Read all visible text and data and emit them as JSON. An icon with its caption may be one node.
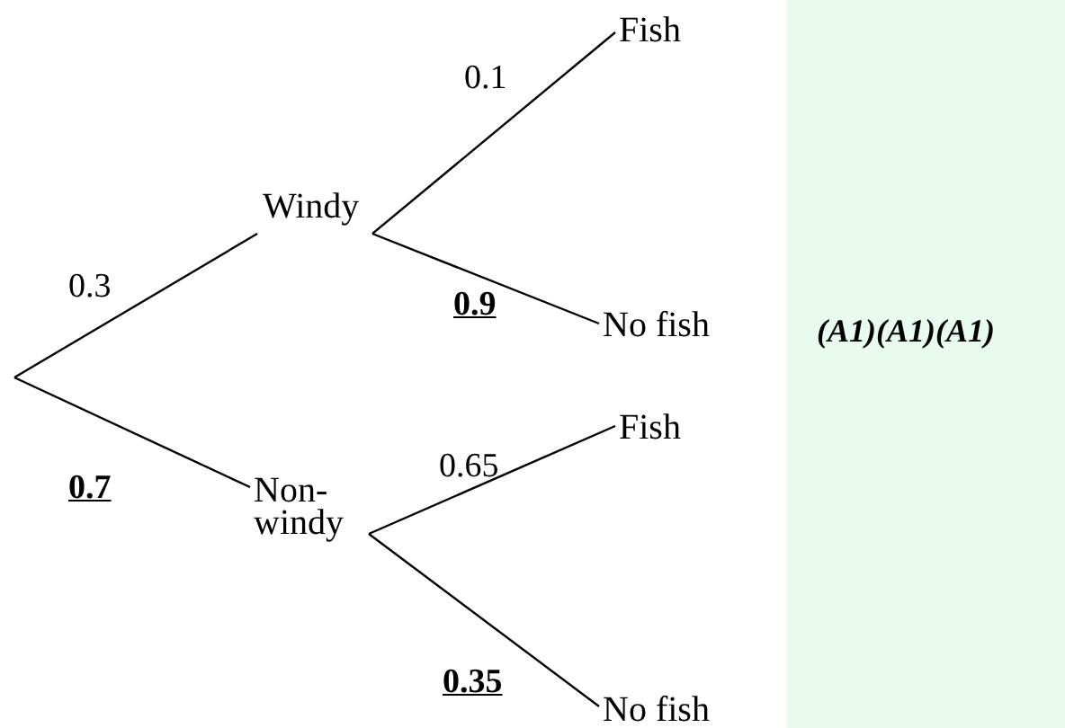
{
  "diagram": {
    "nodes": [
      {
        "text": [
          "Windy"
        ]
      },
      {
        "text": [
          "Non- windy"
        ]
      },
      {
        "text": [
          "Fish"
        ]
      },
      {
        "text": [
          "No fish"
        ]
      },
      {
        "text": [
          "Fish"
        ]
      },
      {
        "text": [
          "No fish"
        ]
      }
    ],
    "edges": [
      {
        "from": null,
        "to": 0,
        "arrow": "none",
        "label": "0.3"
      },
      {
        "from": null,
        "to": 1,
        "arrow": "none",
        "label": "**0.7**"
      },
      {
        "from": 0,
        "to": 2,
        "arrow": "none",
        "label": "0.1"
      },
      {
        "from": 0,
        "to": 3,
        "arrow": "none",
        "label": "**0.9**"
      },
      {
        "from": 1,
        "to": 4,
        "arrow": "none",
        "label": "0.65"
      },
      {
        "from": 1,
        "to": 5,
        "arrow": "none",
        "label": "**0.35**"
      }
    ],
    "labels": [
      "(A1)(A1)(A1)"
    ]
  }
}
